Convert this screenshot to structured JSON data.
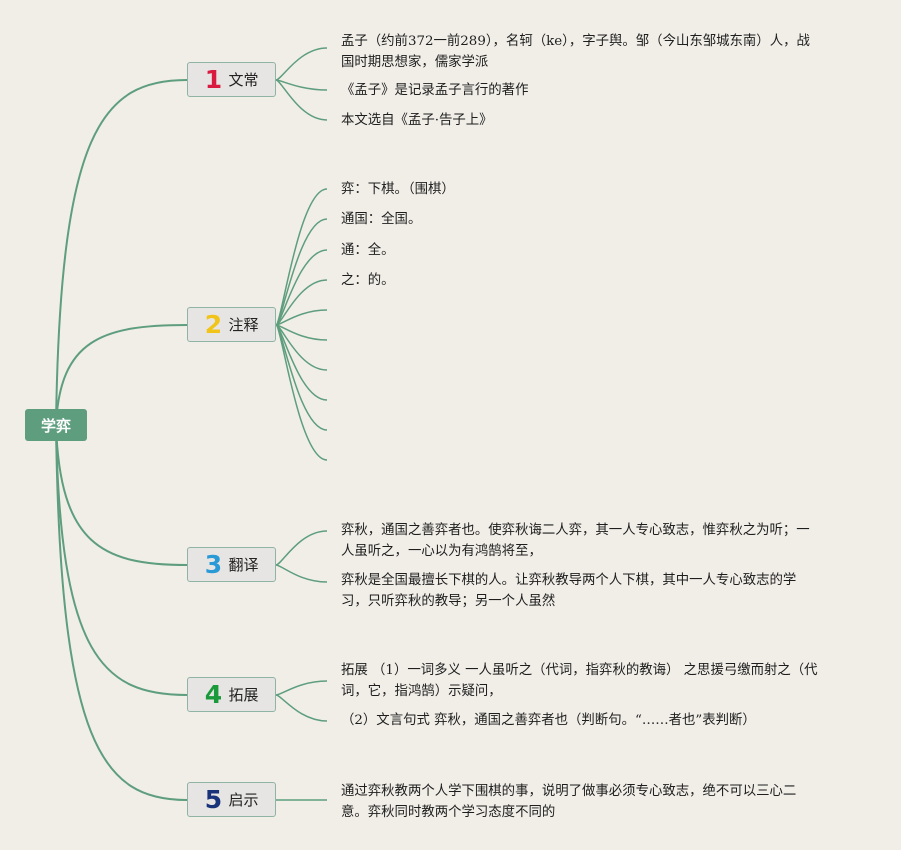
{
  "colors": {
    "background": "#f1eee8",
    "line": "#5e9e7e",
    "root": "#5e9e7e",
    "num1": "#d81b3e",
    "num2": "#f0c419",
    "num3": "#2a9ad6",
    "num4": "#1a9a3a",
    "num5": "#18337a"
  },
  "root": {
    "label": "学弈"
  },
  "branches": [
    {
      "num": "1",
      "label": "文常",
      "leaves": [
        [
          "孟子（约前372一前289），名轲（ke），字子舆。邹（今山东邹城东南）人，战",
          "国时期思想家，儒家学派"
        ],
        [
          "《孟子》是记录孟子言行的著作"
        ],
        [
          "本文选自《孟子·告子上》"
        ]
      ]
    },
    {
      "num": "2",
      "label": "注释",
      "leaves": [
        [
          "弈：下棋。（围棋）"
        ],
        [
          "通国：全国。"
        ],
        [
          "通：全。"
        ],
        [
          "之：的。"
        ],
        [
          ""
        ],
        [
          ""
        ],
        [
          ""
        ],
        [
          ""
        ],
        [
          ""
        ]
      ]
    },
    {
      "num": "3",
      "label": "翻译",
      "leaves": [
        [
          "弈秋，通国之善弈者也。使弈秋诲二人弈，其一人专心致志，惟弈秋之为听；一",
          "人虽听之，一心以为有鸿鹄将至，"
        ],
        [
          "弈秋是全国最擅长下棋的人。让弈秋教导两个人下棋，其中一人专心致志的学",
          "习，只听弈秋的教导；另一个人虽然"
        ]
      ]
    },
    {
      "num": "4",
      "label": "拓展",
      "leaves": [
        [
          "拓展 （1）一词多义 一人虽听之（代词，指弈秋的教诲） 之思援弓缴而射之（代",
          "词，它，指鸿鹄）示疑问，"
        ],
        [
          " （2）文言句式 弈秋，通国之善弈者也（判断句。“……者也”表判断）"
        ]
      ]
    },
    {
      "num": "5",
      "label": "启示",
      "leaves": [
        [
          "通过弈秋教两个人学下围棋的事，说明了做事必须专心致志，绝不可以三心二",
          "意。弈秋同时教两个学习态度不同的"
        ]
      ]
    }
  ]
}
